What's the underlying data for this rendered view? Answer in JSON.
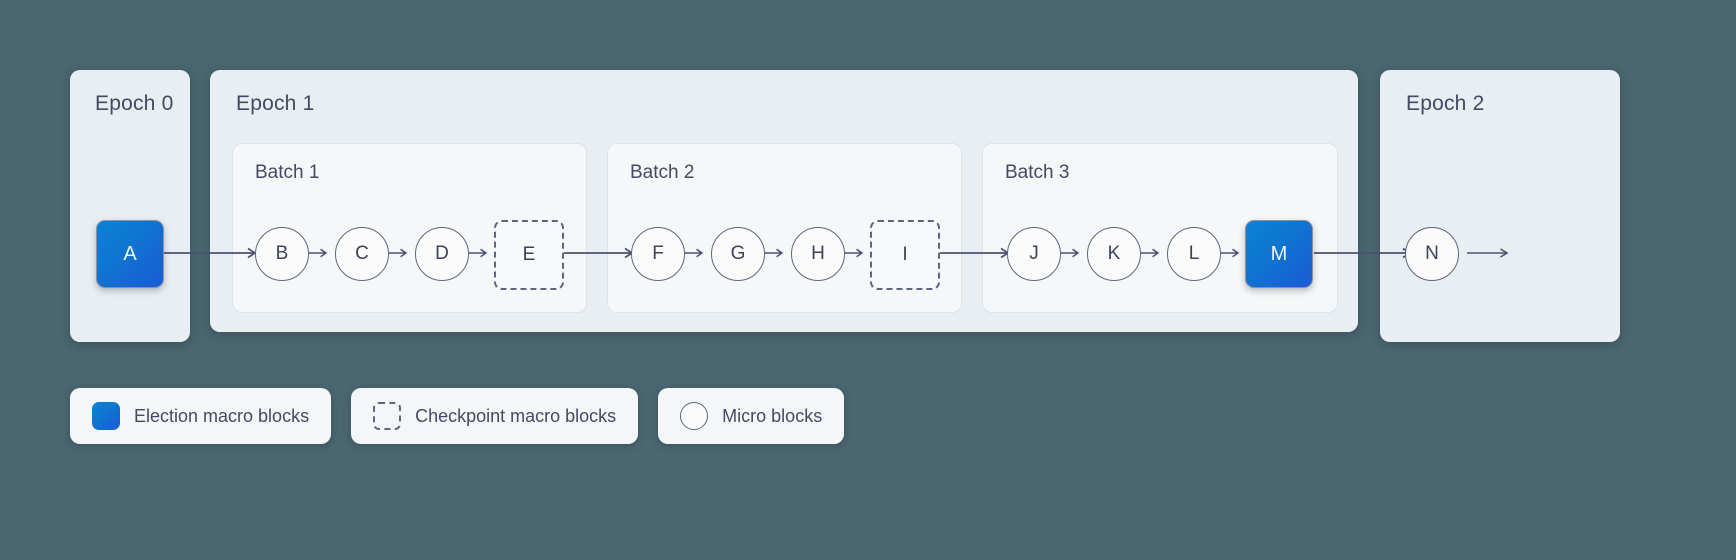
{
  "diagram": {
    "background_color": "#4a6670",
    "accent_color": "#0e77d0",
    "epochs": [
      {
        "id": "epoch0",
        "label": "Epoch 0"
      },
      {
        "id": "epoch1",
        "label": "Epoch 1"
      },
      {
        "id": "epoch2",
        "label": "Epoch 2"
      }
    ],
    "batches": [
      {
        "id": "batch1",
        "label": "Batch 1"
      },
      {
        "id": "batch2",
        "label": "Batch 2"
      },
      {
        "id": "batch3",
        "label": "Batch 3"
      }
    ],
    "blocks": [
      {
        "id": "A",
        "label": "A",
        "type": "election-macro",
        "container": "epoch0"
      },
      {
        "id": "B",
        "label": "B",
        "type": "micro",
        "container": "batch1"
      },
      {
        "id": "C",
        "label": "C",
        "type": "micro",
        "container": "batch1"
      },
      {
        "id": "D",
        "label": "D",
        "type": "micro",
        "container": "batch1"
      },
      {
        "id": "E",
        "label": "E",
        "type": "checkpoint-macro",
        "container": "batch1"
      },
      {
        "id": "F",
        "label": "F",
        "type": "micro",
        "container": "batch2"
      },
      {
        "id": "G",
        "label": "G",
        "type": "micro",
        "container": "batch2"
      },
      {
        "id": "H",
        "label": "H",
        "type": "micro",
        "container": "batch2"
      },
      {
        "id": "I",
        "label": "I",
        "type": "checkpoint-macro",
        "container": "batch2"
      },
      {
        "id": "J",
        "label": "J",
        "type": "micro",
        "container": "batch3"
      },
      {
        "id": "K",
        "label": "K",
        "type": "micro",
        "container": "batch3"
      },
      {
        "id": "L",
        "label": "L",
        "type": "micro",
        "container": "batch3"
      },
      {
        "id": "M",
        "label": "M",
        "type": "election-macro",
        "container": "batch3"
      },
      {
        "id": "N",
        "label": "N",
        "type": "micro",
        "container": "epoch2"
      }
    ]
  },
  "legend": {
    "items": [
      {
        "id": "election",
        "label": "Election macro blocks",
        "swatch": "filled-blue-rounded-square"
      },
      {
        "id": "checkpoint",
        "label": "Checkpoint macro blocks",
        "swatch": "dashed-square"
      },
      {
        "id": "micro",
        "label": "Micro blocks",
        "swatch": "outlined-circle"
      }
    ]
  }
}
